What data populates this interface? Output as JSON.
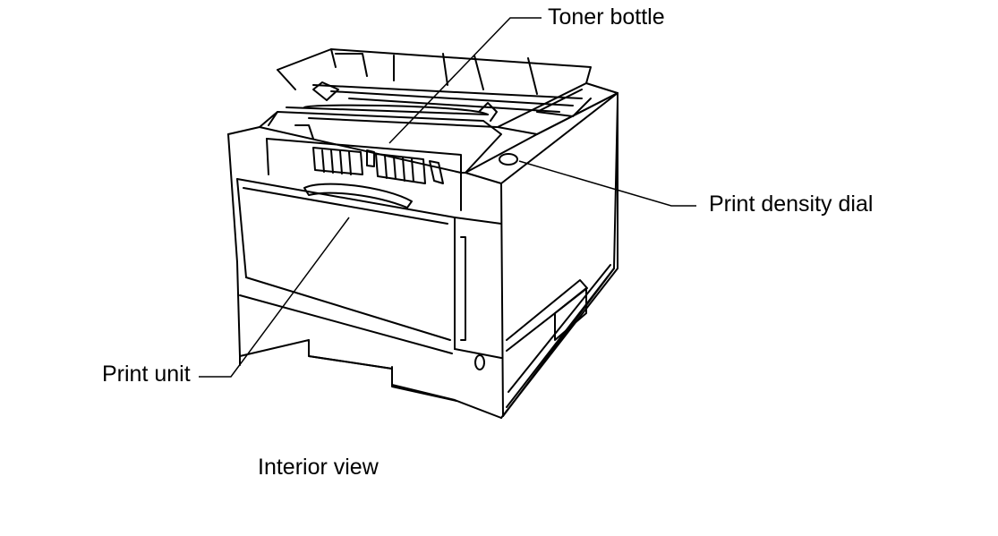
{
  "labels": {
    "toner_bottle": "Toner bottle",
    "print_density_dial": "Print density dial",
    "print_unit": "Print unit",
    "caption": "Interior view"
  },
  "colors": {
    "line": "#000000",
    "background": "#ffffff"
  }
}
